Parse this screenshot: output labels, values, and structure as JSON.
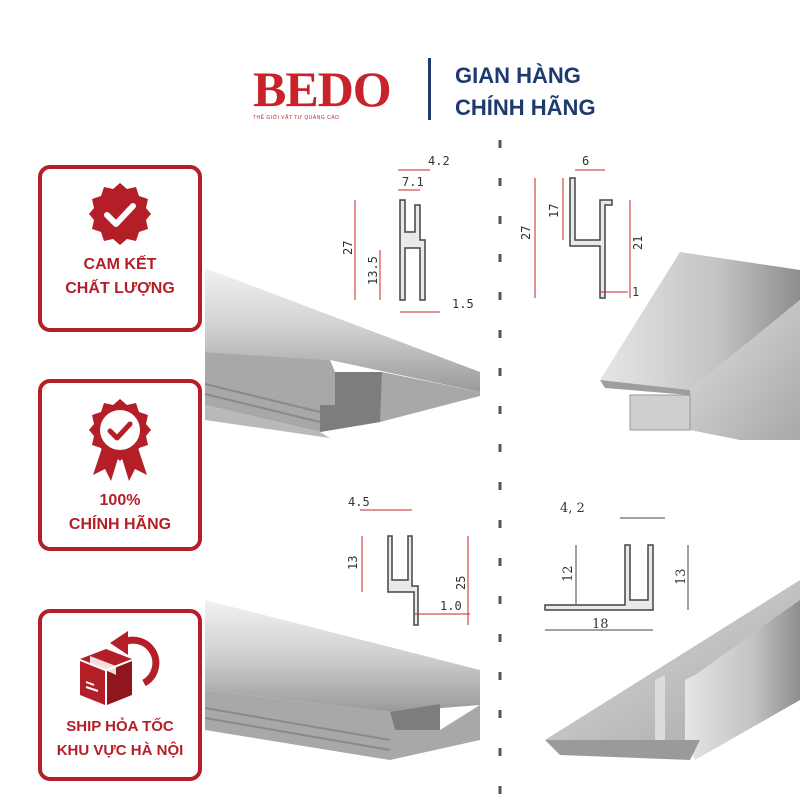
{
  "brand": {
    "logo": "BEDO",
    "tagline": "THẾ GIỚI VẬT TƯ QUẢNG CÁO",
    "line1": "GIAN HÀNG",
    "line2": "CHÍNH HÃNG"
  },
  "badges": [
    {
      "line1": "CAM KẾT",
      "line2": "CHẤT LƯỢNG",
      "icon": "check-seal-icon"
    },
    {
      "line1": "100%",
      "line2": "CHÍNH HÃNG",
      "icon": "award-ribbon-icon"
    },
    {
      "line1": "SHIP HỎA TỐC",
      "line2": "KHU VỰC HÀ NỘI",
      "icon": "delivery-box-icon"
    }
  ],
  "profiles": {
    "p1": {
      "w_top": "4.2",
      "w_inner": "7.1",
      "h_total": "27",
      "h_lower": "13.5",
      "thickness": "1.5"
    },
    "p2": {
      "w_top": "6",
      "h_total": "27",
      "h_inner": "17",
      "h_right": "21",
      "thickness": "1"
    },
    "p3": {
      "w_top": "4.5",
      "h_slot": "13",
      "h_total": "25",
      "thickness": "1.0"
    },
    "p4": {
      "w_top": "4, 2",
      "h_left": "12",
      "h_right": "13",
      "w_base": "18"
    }
  },
  "colors": {
    "accent": "#b41f27",
    "navy": "#1e3a6e"
  }
}
